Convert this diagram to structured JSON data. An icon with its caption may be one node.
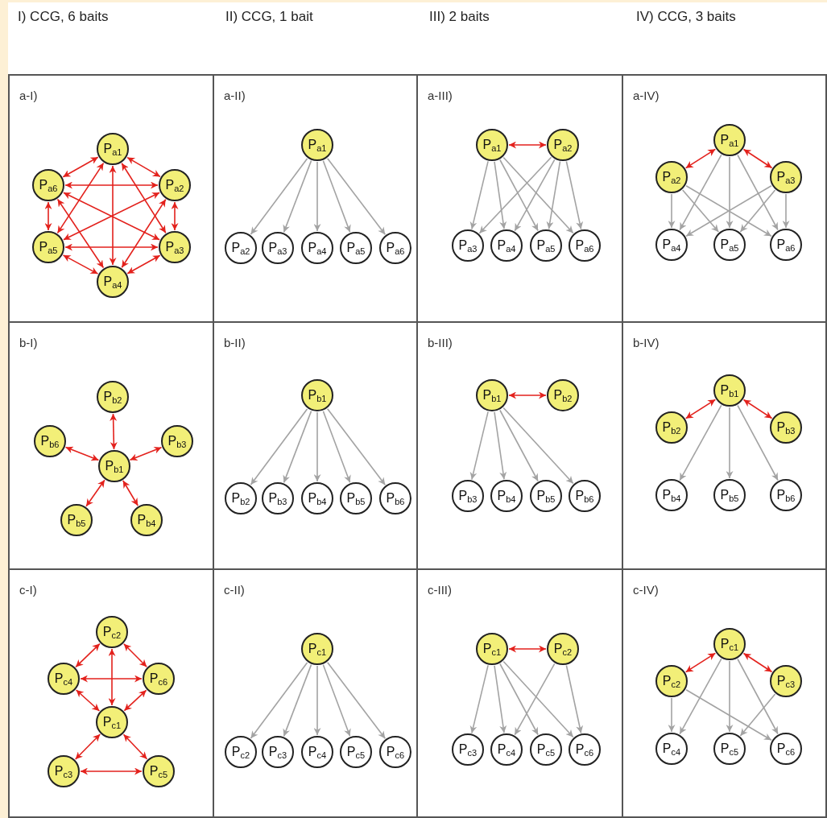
{
  "diagram": {
    "nodes": [
      {
        "text": [
          "a-I)"
        ]
      },
      {
        "text": [
          "P$_{a1}$"
        ],
        "in": 0
      },
      {
        "text": [
          "P$_{a2}$"
        ],
        "in": 0
      },
      {
        "text": [
          "P$_{a3}$"
        ],
        "in": 0
      },
      {
        "text": [
          "P$_{a4}$"
        ],
        "in": 0
      },
      {
        "text": [
          "P$_{a5}$"
        ],
        "in": 0
      },
      {
        "text": [
          "P$_{a6}$"
        ],
        "in": 0
      },
      {
        "text": [
          "a-II)"
        ]
      },
      {
        "text": [
          "P$_{a1}$"
        ],
        "in": 7
      },
      {
        "text": [
          "P$_{a2}$"
        ],
        "in": 7
      },
      {
        "text": [
          "P$_{a3}$"
        ],
        "in": 7
      },
      {
        "text": [
          "P$_{a4}$"
        ],
        "in": 7
      },
      {
        "text": [
          "P$_{a5}$"
        ],
        "in": 7
      },
      {
        "text": [
          "P$_{a6}$"
        ],
        "in": 7
      },
      {
        "text": [
          "a-III)"
        ]
      },
      {
        "text": [
          "P$_{a1}$"
        ],
        "in": 14
      },
      {
        "text": [
          "P$_{a2}$"
        ],
        "in": 14
      },
      {
        "text": [
          "P$_{a3}$"
        ],
        "in": 14
      },
      {
        "text": [
          "P$_{a4}$"
        ],
        "in": 14
      },
      {
        "text": [
          "P$_{a5}$"
        ],
        "in": 14
      },
      {
        "text": [
          "P$_{a6}$"
        ],
        "in": 14
      },
      {
        "text": [
          "a-IV)"
        ]
      },
      {
        "text": [
          "P$_{a1}$"
        ],
        "in": 21
      },
      {
        "text": [
          "P$_{a2}$"
        ],
        "in": 21
      },
      {
        "text": [
          "P$_{a3}$"
        ],
        "in": 21
      },
      {
        "text": [
          "P$_{a4}$"
        ],
        "in": 21
      },
      {
        "text": [
          "P$_{a5}$"
        ],
        "in": 21
      },
      {
        "text": [
          "P$_{a6}$"
        ],
        "in": 21
      },
      {
        "text": [
          "b-I)"
        ]
      },
      {
        "text": [
          "P$_{b1}$"
        ],
        "in": 28
      },
      {
        "text": [
          "P$_{b2}$"
        ],
        "in": 28
      },
      {
        "text": [
          "P$_{b3}$"
        ],
        "in": 28
      },
      {
        "text": [
          "P$_{b4}$"
        ],
        "in": 28
      },
      {
        "text": [
          "P$_{b5}$"
        ],
        "in": 28
      },
      {
        "text": [
          "P$_{b6}$"
        ],
        "in": 28
      },
      {
        "text": [
          "b-II)"
        ]
      },
      {
        "text": [
          "P$_{b1}$"
        ],
        "in": 35
      },
      {
        "text": [
          "P$_{b2}$"
        ],
        "in": 35
      },
      {
        "text": [
          "P$_{b3}$"
        ],
        "in": 35
      },
      {
        "text": [
          "P$_{b4}$"
        ],
        "in": 35
      },
      {
        "text": [
          "P$_{b5}$"
        ],
        "in": 35
      },
      {
        "text": [
          "P$_{b6}$"
        ],
        "in": 35
      },
      {
        "text": [
          "b-III)"
        ]
      },
      {
        "text": [
          "P$_{b1}$"
        ],
        "in": 42
      },
      {
        "text": [
          "P$_{b2}$"
        ],
        "in": 42
      },
      {
        "text": [
          "P$_{b3}$"
        ],
        "in": 42
      },
      {
        "text": [
          "P$_{b4}$"
        ],
        "in": 42
      },
      {
        "text": [
          "P$_{b5}$"
        ],
        "in": 42
      },
      {
        "text": [
          "P$_{b6}$"
        ],
        "in": 42
      },
      {
        "text": [
          "b-IV)"
        ]
      },
      {
        "text": [
          "P$_{b1}$"
        ],
        "in": 49
      },
      {
        "text": [
          "P$_{b2}$"
        ],
        "in": 49
      },
      {
        "text": [
          "P$_{b3}$"
        ],
        "in": 49
      },
      {
        "text": [
          "P$_{b4}$"
        ],
        "in": 49
      },
      {
        "text": [
          "P$_{b5}$"
        ],
        "in": 49
      },
      {
        "text": [
          "P$_{b6}$"
        ],
        "in": 49
      },
      {
        "text": [
          "c-I)"
        ]
      },
      {
        "text": [
          "P$_{c1}$"
        ],
        "in": 56
      },
      {
        "text": [
          "P$_{c2}$"
        ],
        "in": 56
      },
      {
        "text": [
          "P$_{c3}$"
        ],
        "in": 56
      },
      {
        "text": [
          "P$_{c4}$"
        ],
        "in": 56
      },
      {
        "text": [
          "P$_{c5}$"
        ],
        "in": 56
      },
      {
        "text": [
          "P$_{c6}$"
        ],
        "in": 56
      },
      {
        "text": [
          "c-II)"
        ]
      },
      {
        "text": [
          "P$_{c1}$"
        ],
        "in": 63
      },
      {
        "text": [
          "P$_{c2}$"
        ],
        "in": 63
      },
      {
        "text": [
          "P$_{c3}$"
        ],
        "in": 63
      },
      {
        "text": [
          "P$_{c4}$"
        ],
        "in": 63
      },
      {
        "text": [
          "P$_{c5}$"
        ],
        "in": 63
      },
      {
        "text": [
          "P$_{c6}$"
        ],
        "in": 63
      },
      {
        "text": [
          "c-III)"
        ]
      },
      {
        "text": [
          "P$_{c1}$"
        ],
        "in": 70
      },
      {
        "text": [
          "P$_{c2}$"
        ],
        "in": 70
      },
      {
        "text": [
          "P$_{c3}$"
        ],
        "in": 70
      },
      {
        "text": [
          "P$_{c4}$"
        ],
        "in": 70
      },
      {
        "text": [
          "P$_{c5}$"
        ],
        "in": 70
      },
      {
        "text": [
          "P$_{c6}$"
        ],
        "in": 70
      },
      {
        "text": [
          "c-IV)"
        ]
      },
      {
        "text": [
          "P$_{c1}$"
        ],
        "in": 77
      },
      {
        "text": [
          "P$_{c2}$"
        ],
        "in": 77
      },
      {
        "text": [
          "P$_{c3}$"
        ],
        "in": 77
      },
      {
        "text": [
          "P$_{c4}$"
        ],
        "in": 77
      },
      {
        "text": [
          "P$_{c5}$"
        ],
        "in": 77
      },
      {
        "text": [
          "P$_{c6}$"
        ],
        "in": 77
      }
    ],
    "edges": [
      {
        "from": 1,
        "to": 2,
        "arrow": "both",
        "color": "#e3211c"
      },
      {
        "from": 1,
        "to": 3,
        "arrow": "both",
        "color": "#e3211c"
      },
      {
        "from": 1,
        "to": 4,
        "arrow": "both",
        "color": "#e3211c"
      },
      {
        "from": 1,
        "to": 5,
        "arrow": "both",
        "color": "#e3211c"
      },
      {
        "from": 1,
        "to": 6,
        "arrow": "both",
        "color": "#e3211c"
      },
      {
        "from": 2,
        "to": 3,
        "arrow": "both",
        "color": "#e3211c"
      },
      {
        "from": 2,
        "to": 4,
        "arrow": "both",
        "color": "#e3211c"
      },
      {
        "from": 2,
        "to": 5,
        "arrow": "both",
        "color": "#e3211c"
      },
      {
        "from": 2,
        "to": 6,
        "arrow": "both",
        "color": "#e3211c"
      },
      {
        "from": 3,
        "to": 4,
        "arrow": "both",
        "color": "#e3211c"
      },
      {
        "from": 3,
        "to": 5,
        "arrow": "both",
        "color": "#e3211c"
      },
      {
        "from": 3,
        "to": 6,
        "arrow": "both",
        "color": "#e3211c"
      },
      {
        "from": 4,
        "to": 5,
        "arrow": "both",
        "color": "#e3211c"
      },
      {
        "from": 4,
        "to": 6,
        "arrow": "both",
        "color": "#e3211c"
      },
      {
        "from": 5,
        "to": 6,
        "arrow": "both",
        "color": "#e3211c"
      },
      {
        "from": 8,
        "to": 9,
        "arrow": "to"
      },
      {
        "from": 8,
        "to": 10,
        "arrow": "to"
      },
      {
        "from": 8,
        "to": 11,
        "arrow": "to"
      },
      {
        "from": 8,
        "to": 12,
        "arrow": "to"
      },
      {
        "from": 8,
        "to": 13,
        "arrow": "to"
      },
      {
        "from": 15,
        "to": 16,
        "arrow": "both",
        "color": "#e3211c"
      },
      {
        "from": 15,
        "to": 17,
        "arrow": "to"
      },
      {
        "from": 15,
        "to": 18,
        "arrow": "to"
      },
      {
        "from": 15,
        "to": 19,
        "arrow": "to"
      },
      {
        "from": 15,
        "to": 20,
        "arrow": "to"
      },
      {
        "from": 16,
        "to": 17,
        "arrow": "to"
      },
      {
        "from": 16,
        "to": 18,
        "arrow": "to"
      },
      {
        "from": 16,
        "to": 19,
        "arrow": "to"
      },
      {
        "from": 16,
        "to": 20,
        "arrow": "to"
      },
      {
        "from": 22,
        "to": 23,
        "arrow": "both",
        "color": "#e3211c"
      },
      {
        "from": 22,
        "to": 24,
        "arrow": "both",
        "color": "#e3211c"
      },
      {
        "from": 22,
        "to": 25,
        "arrow": "to"
      },
      {
        "from": 22,
        "to": 26,
        "arrow": "to"
      },
      {
        "from": 22,
        "to": 27,
        "arrow": "to"
      },
      {
        "from": 23,
        "to": 25,
        "arrow": "to"
      },
      {
        "from": 23,
        "to": 26,
        "arrow": "to"
      },
      {
        "from": 23,
        "to": 27,
        "arrow": "to"
      },
      {
        "from": 24,
        "to": 25,
        "arrow": "to"
      },
      {
        "from": 24,
        "to": 26,
        "arrow": "to"
      },
      {
        "from": 24,
        "to": 27,
        "arrow": "to"
      },
      {
        "from": 29,
        "to": 30,
        "arrow": "both",
        "color": "#e3211c"
      },
      {
        "from": 29,
        "to": 31,
        "arrow": "both",
        "color": "#e3211c"
      },
      {
        "from": 29,
        "to": 32,
        "arrow": "both",
        "color": "#e3211c"
      },
      {
        "from": 29,
        "to": 33,
        "arrow": "both",
        "color": "#e3211c"
      },
      {
        "from": 29,
        "to": 34,
        "arrow": "both",
        "color": "#e3211c"
      },
      {
        "from": 36,
        "to": 37,
        "arrow": "to"
      },
      {
        "from": 36,
        "to": 38,
        "arrow": "to"
      },
      {
        "from": 36,
        "to": 39,
        "arrow": "to"
      },
      {
        "from": 36,
        "to": 40,
        "arrow": "to"
      },
      {
        "from": 36,
        "to": 41,
        "arrow": "to"
      },
      {
        "from": 43,
        "to": 44,
        "arrow": "both",
        "color": "#e3211c"
      },
      {
        "from": 43,
        "to": 45,
        "arrow": "to"
      },
      {
        "from": 43,
        "to": 46,
        "arrow": "to"
      },
      {
        "from": 43,
        "to": 47,
        "arrow": "to"
      },
      {
        "from": 43,
        "to": 48,
        "arrow": "to"
      },
      {
        "from": 50,
        "to": 51,
        "arrow": "both",
        "color": "#e3211c"
      },
      {
        "from": 50,
        "to": 52,
        "arrow": "both",
        "color": "#e3211c"
      },
      {
        "from": 50,
        "to": 53,
        "arrow": "to"
      },
      {
        "from": 50,
        "to": 54,
        "arrow": "to"
      },
      {
        "from": 50,
        "to": 55,
        "arrow": "to"
      },
      {
        "from": 58,
        "to": 60,
        "arrow": "both",
        "color": "#e3211c"
      },
      {
        "from": 58,
        "to": 62,
        "arrow": "both",
        "color": "#e3211c"
      },
      {
        "from": 58,
        "to": 57,
        "arrow": "both",
        "color": "#e3211c"
      },
      {
        "from": 60,
        "to": 62,
        "arrow": "both",
        "color": "#e3211c"
      },
      {
        "from": 60,
        "to": 57,
        "arrow": "both",
        "color": "#e3211c"
      },
      {
        "from": 62,
        "to": 57,
        "arrow": "both",
        "color": "#e3211c"
      },
      {
        "from": 57,
        "to": 59,
        "arrow": "both",
        "color": "#e3211c"
      },
      {
        "from": 57,
        "to": 61,
        "arrow": "both",
        "color": "#e3211c"
      },
      {
        "from": 59,
        "to": 61,
        "arrow": "both",
        "color": "#e3211c"
      },
      {
        "from": 64,
        "to": 65,
        "arrow": "to"
      },
      {
        "from": 64,
        "to": 66,
        "arrow": "to"
      },
      {
        "from": 64,
        "to": 67,
        "arrow": "to"
      },
      {
        "from": 64,
        "to": 68,
        "arrow": "to"
      },
      {
        "from": 64,
        "to": 69,
        "arrow": "to"
      },
      {
        "from": 71,
        "to": 72,
        "arrow": "both",
        "color": "#e3211c"
      },
      {
        "from": 71,
        "to": 73,
        "arrow": "to"
      },
      {
        "from": 71,
        "to": 74,
        "arrow": "to"
      },
      {
        "from": 71,
        "to": 75,
        "arrow": "to"
      },
      {
        "from": 71,
        "to": 76,
        "arrow": "to"
      },
      {
        "from": 72,
        "to": 74,
        "arrow": "to"
      },
      {
        "from": 72,
        "to": 76,
        "arrow": "to"
      },
      {
        "from": 78,
        "to": 79,
        "arrow": "both",
        "color": "#e3211c"
      },
      {
        "from": 78,
        "to": 80,
        "arrow": "both",
        "color": "#e3211c"
      },
      {
        "from": 78,
        "to": 81,
        "arrow": "to"
      },
      {
        "from": 78,
        "to": 82,
        "arrow": "to"
      },
      {
        "from": 78,
        "to": 83,
        "arrow": "to"
      },
      {
        "from": 79,
        "to": 81,
        "arrow": "to"
      },
      {
        "from": 79,
        "to": 83,
        "arrow": "to"
      },
      {
        "from": 80,
        "to": 82,
        "arrow": "to"
      }
    ],
    "labels": [
      "I) CCG, 6 baits",
      "II) CCG, 1 bait",
      "III) 2 baits",
      "IV) CCG, 3 baits"
    ]
  }
}
